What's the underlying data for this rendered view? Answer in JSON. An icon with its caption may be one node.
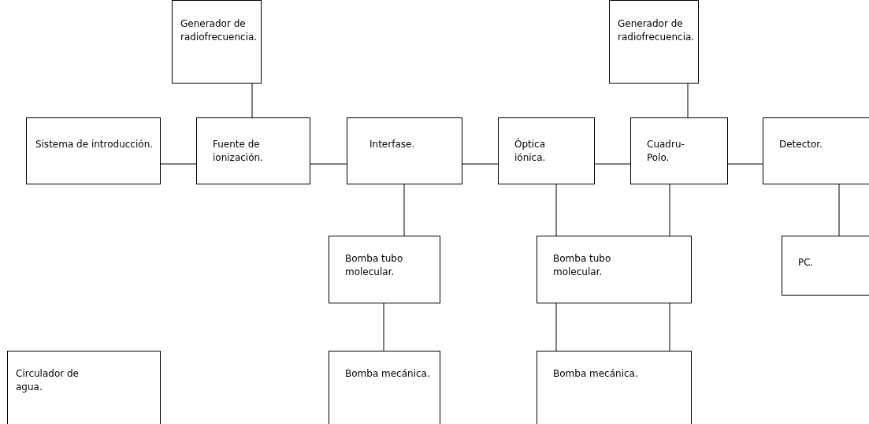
{
  "diagram": {
    "nodes": [
      {
        "text": [
          "Generador de radiofrecuencia."
        ]
      },
      {
        "text": [
          "Generador de radiofrecuencia."
        ]
      },
      {
        "text": [
          "Sistema de introducción."
        ]
      },
      {
        "text": [
          "Fuente de ionización."
        ]
      },
      {
        "text": [
          "Interfase."
        ]
      },
      {
        "text": [
          "Óptica iónica."
        ]
      },
      {
        "text": [
          "Cuadru- Polo."
        ]
      },
      {
        "text": [
          "Detector."
        ]
      },
      {
        "text": [
          "Bomba tubo molecular."
        ]
      },
      {
        "text": [
          "Bomba tubo molecular."
        ]
      },
      {
        "text": [
          "PC."
        ]
      },
      {
        "text": [
          "Circulador de agua."
        ]
      },
      {
        "text": [
          "Bomba mecánica."
        ]
      },
      {
        "text": [
          "Bomba mecánica."
        ]
      }
    ],
    "edges": [
      {
        "from": 0,
        "to": 3,
        "arrow": "none"
      },
      {
        "from": 1,
        "to": 6,
        "arrow": "none"
      },
      {
        "from": 2,
        "to": 3,
        "arrow": "none"
      },
      {
        "from": 3,
        "to": 4,
        "arrow": "none"
      },
      {
        "from": 4,
        "to": 5,
        "arrow": "none"
      },
      {
        "from": 5,
        "to": 6,
        "arrow": "none"
      },
      {
        "from": 6,
        "to": 7,
        "arrow": "none"
      },
      {
        "from": 4,
        "to": 8,
        "arrow": "none"
      },
      {
        "from": 5,
        "to": 9,
        "arrow": "none"
      },
      {
        "from": 6,
        "to": 9,
        "arrow": "none"
      },
      {
        "from": 7,
        "to": 10,
        "arrow": "none"
      },
      {
        "from": 8,
        "to": 12,
        "arrow": "none"
      },
      {
        "from": 9,
        "to": 13,
        "arrow": "none"
      },
      {
        "from": 9,
        "to": 13,
        "arrow": "none"
      }
    ]
  }
}
